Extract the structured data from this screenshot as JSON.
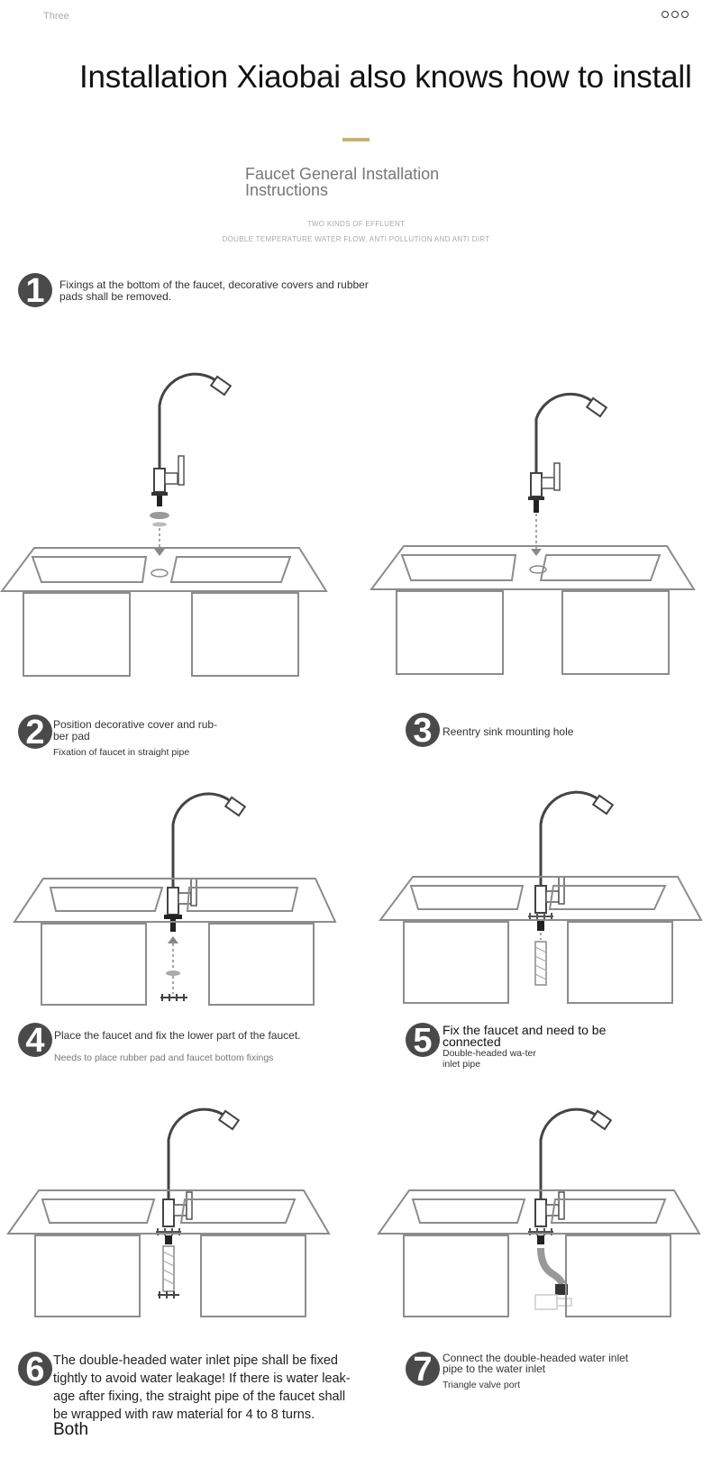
{
  "header": {
    "left_label": "Three",
    "title": "Installation Xiaobai also knows how to install",
    "subtitle": "Faucet General Installation Instructions",
    "caption_line1": "TWO KINDS OF EFFLUENT",
    "caption_line2": "DOUBLE TEMPERATURE WATER FLOW, ANTI POLLUTION AND ANTI DIRT"
  },
  "steps": [
    {
      "number": "1",
      "text": "Fixings at the bottom of the faucet, decorative covers and rubber pads shall be removed."
    },
    {
      "number": "2",
      "text": "Position decorative cover and rub-ber pad",
      "note": "Fixation of faucet in straight pipe"
    },
    {
      "number": "3",
      "text": "Reentry sink mounting hole"
    },
    {
      "number": "4",
      "text": "Place the faucet and fix the lower part of the faucet.",
      "note": "Needs to place rubber pad and faucet bottom fixings"
    },
    {
      "number": "5",
      "text": "Fix the faucet and need to be connected",
      "note": "Double-headed wa-ter inlet pipe"
    },
    {
      "number": "6",
      "text": "The double-headed water inlet pipe shall be fixed tightly to avoid water leakage! If there is water leak-age after fixing, the straight pipe of the faucet shall be wrapped with raw material for 4 to 8 turns.",
      "note": "Both"
    },
    {
      "number": "7",
      "text": "Connect the double-headed water inlet pipe to the water inlet",
      "note": "Triangle valve port"
    }
  ]
}
